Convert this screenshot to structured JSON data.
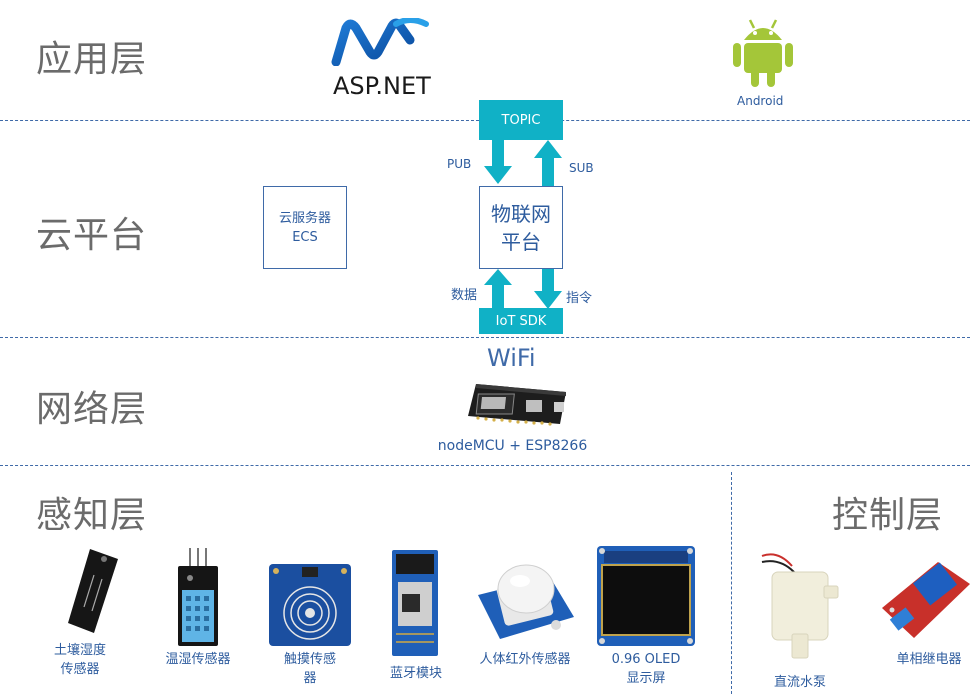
{
  "layers": {
    "app": "应用层",
    "cloud": "云平台",
    "network": "网络层",
    "perception": "感知层",
    "control": "控制层"
  },
  "app": {
    "aspnet_label": "ASP.NET",
    "android_label": "Android"
  },
  "cloud": {
    "topic": "TOPIC",
    "pub": "PUB",
    "sub": "SUB",
    "iot_line1": "物联网",
    "iot_line2": "平台",
    "data": "数据",
    "command": "指令",
    "iot_sdk": "IoT SDK",
    "ecs_line1": "云服务器",
    "ecs_line2": "ECS"
  },
  "network": {
    "wifi": "WiFi",
    "board": "nodeMCU + ESP8266"
  },
  "sensors": [
    {
      "line1": "土壤湿度",
      "line2": "传感器"
    },
    {
      "line1": "温湿传感器",
      "line2": ""
    },
    {
      "line1": "触摸传感",
      "line2": "器"
    },
    {
      "line1": "蓝牙模块",
      "line2": ""
    },
    {
      "line1": "人体红外传感器",
      "line2": ""
    },
    {
      "line1": "0.96 OLED",
      "line2": "显示屏"
    }
  ],
  "controls": [
    {
      "label": "直流水泵"
    },
    {
      "label": "单相继电器"
    }
  ],
  "colors": {
    "teal": "#10b1c6",
    "line": "#3f6aa8",
    "text": "#2e5c9e",
    "android_green": "#a4c639"
  }
}
